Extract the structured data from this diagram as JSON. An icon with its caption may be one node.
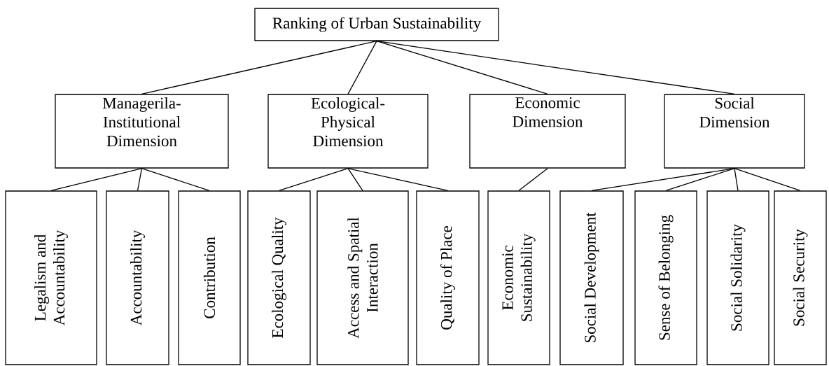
{
  "diagram": {
    "nodes": [
      {
        "text": [
          "Ranking of Urban Sustainability"
        ]
      },
      {
        "text": [
          "Managerila-Institutional Dimension"
        ]
      },
      {
        "text": [
          "Ecological-Physical Dimension"
        ]
      },
      {
        "text": [
          "Economic Dimension"
        ]
      },
      {
        "text": [
          "Social Dimension"
        ]
      },
      {
        "text": [
          "Legalism and Accountability"
        ]
      },
      {
        "text": [
          "Accountability"
        ]
      },
      {
        "text": [
          "Contribution"
        ]
      },
      {
        "text": [
          "Ecological Quality"
        ]
      },
      {
        "text": [
          "Access and Spatial Interaction"
        ]
      },
      {
        "text": [
          "Quality of Place"
        ]
      },
      {
        "text": [
          "Economic Sustainability"
        ]
      },
      {
        "text": [
          "Social Development"
        ]
      },
      {
        "text": [
          "Sense of Belonging"
        ]
      },
      {
        "text": [
          "Social Solidarity"
        ]
      },
      {
        "text": [
          "Social Security"
        ]
      }
    ],
    "edges": [
      {
        "from": 0,
        "to": 1,
        "arrow": "none"
      },
      {
        "from": 0,
        "to": 2,
        "arrow": "none"
      },
      {
        "from": 0,
        "to": 3,
        "arrow": "none"
      },
      {
        "from": 0,
        "to": 4,
        "arrow": "none"
      },
      {
        "from": 1,
        "to": 5,
        "arrow": "none"
      },
      {
        "from": 1,
        "to": 6,
        "arrow": "none"
      },
      {
        "from": 1,
        "to": 7,
        "arrow": "none"
      },
      {
        "from": 2,
        "to": 8,
        "arrow": "none"
      },
      {
        "from": 2,
        "to": 9,
        "arrow": "none"
      },
      {
        "from": 2,
        "to": 10,
        "arrow": "none"
      },
      {
        "from": 3,
        "to": 11,
        "arrow": "none"
      },
      {
        "from": 4,
        "to": 12,
        "arrow": "none"
      },
      {
        "from": 4,
        "to": 13,
        "arrow": "none"
      },
      {
        "from": 4,
        "to": 14,
        "arrow": "none"
      },
      {
        "from": 4,
        "to": 15,
        "arrow": "none"
      }
    ]
  }
}
